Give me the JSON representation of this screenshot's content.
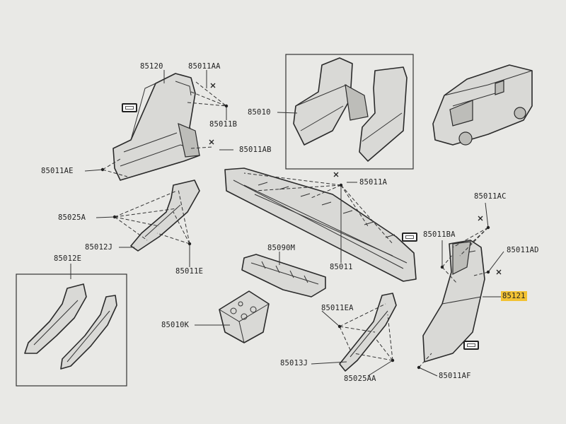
{
  "colors": {
    "background": "#e9e9e6",
    "highlight": "#f2c233",
    "line": "#2a2a2a"
  },
  "labels": {
    "p85120": "85120",
    "p85011AA": "85011AA",
    "p85011B": "85011B",
    "p85011AB": "85011AB",
    "p85011AE": "85011AE",
    "p85010": "85010",
    "p85011A": "85011A",
    "p85025A": "85025A",
    "p85012J": "85012J",
    "p85011E": "85011E",
    "p85090M": "85090M",
    "p85011": "85011",
    "p85011AC": "85011AC",
    "p85011BA": "85011BA",
    "p85011AD": "85011AD",
    "p85121": "85121",
    "p85012E": "85012E",
    "p85010K": "85010K",
    "p85011EA": "85011EA",
    "p85013J": "85013J",
    "p85025AA": "85025AA",
    "p85011AF": "85011AF"
  },
  "icons": {
    "clip": "clip-icon",
    "van": "van-icon"
  }
}
